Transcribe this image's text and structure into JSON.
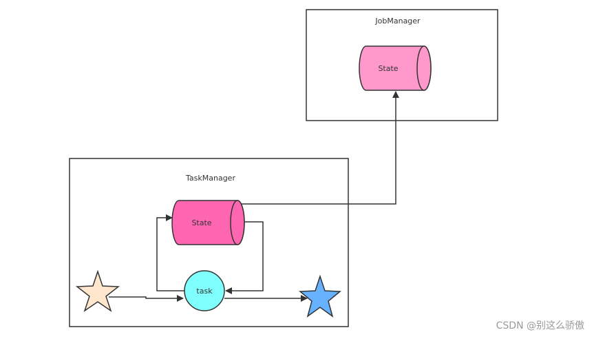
{
  "diagram": {
    "job_manager": {
      "title": "JobManager",
      "state_label": "State"
    },
    "task_manager": {
      "title": "TaskManager",
      "state_label": "State",
      "task_label": "task"
    }
  },
  "watermark": "CSDN @别这么骄傲",
  "colors": {
    "job_state_fill": "#ff99cc",
    "task_state_fill": "#ff66b2",
    "task_fill": "#80ffff",
    "source_star_fill": "#ffe6cc",
    "sink_star_fill": "#66b2ff",
    "stroke": "#333333"
  }
}
